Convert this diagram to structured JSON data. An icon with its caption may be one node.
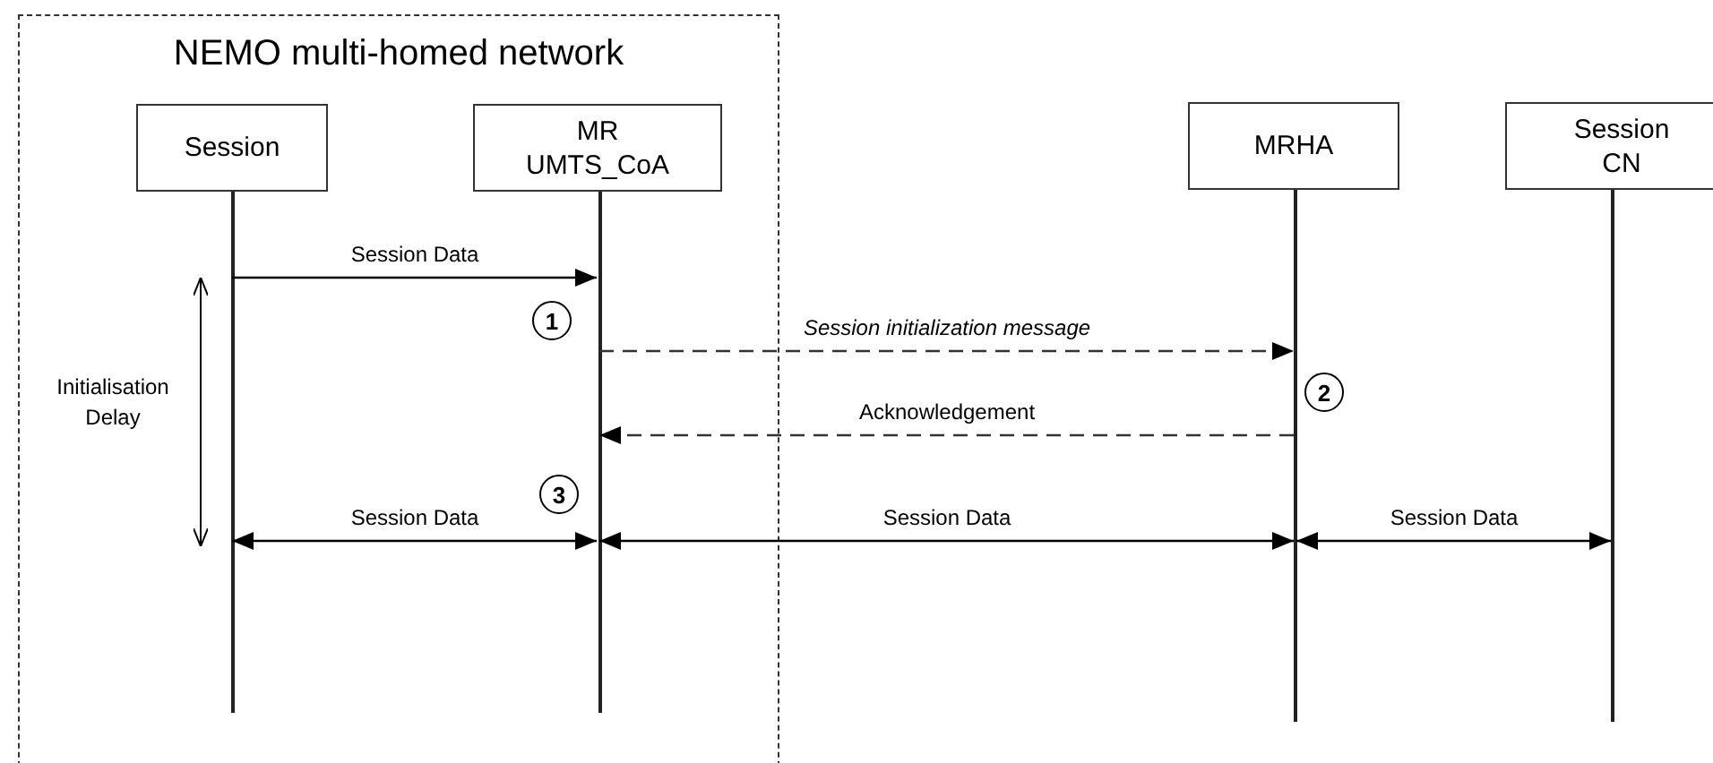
{
  "diagram": {
    "nodes": [
      {
        "text": [
          "NEMO multi-homed network"
        ]
      },
      {
        "text": [
          "Session"
        ],
        "in": 0
      },
      {
        "text": [
          "MR",
          "UMTS_CoA"
        ],
        "in": 0
      },
      {
        "text": [
          "MRHA"
        ]
      },
      {
        "text": [
          "Session",
          "CN"
        ]
      },
      {
        "text": [],
        "shape": "bar",
        "in": 0
      },
      {
        "text": [],
        "shape": "bar",
        "in": 0
      },
      {
        "text": [],
        "shape": "bar"
      },
      {
        "text": [],
        "shape": "bar"
      }
    ],
    "edges": [
      {
        "from": 5,
        "to": 6,
        "arrow": "to",
        "label": "Session Data"
      },
      {
        "from": 6,
        "to": 7,
        "arrow": "to",
        "label": "Session initialization message",
        "style": "dashed"
      },
      {
        "from": 7,
        "to": 6,
        "arrow": "to",
        "label": "Acknowledgement",
        "style": "dashed"
      },
      {
        "from": 5,
        "to": 6,
        "arrow": "both",
        "label": "Session Data"
      },
      {
        "from": 6,
        "to": 7,
        "arrow": "both",
        "label": "Session Data"
      },
      {
        "from": 7,
        "to": 8,
        "arrow": "both",
        "label": "Session Data"
      }
    ],
    "labels": [
      "1",
      "Initialisation Delay",
      "2",
      "3"
    ]
  }
}
